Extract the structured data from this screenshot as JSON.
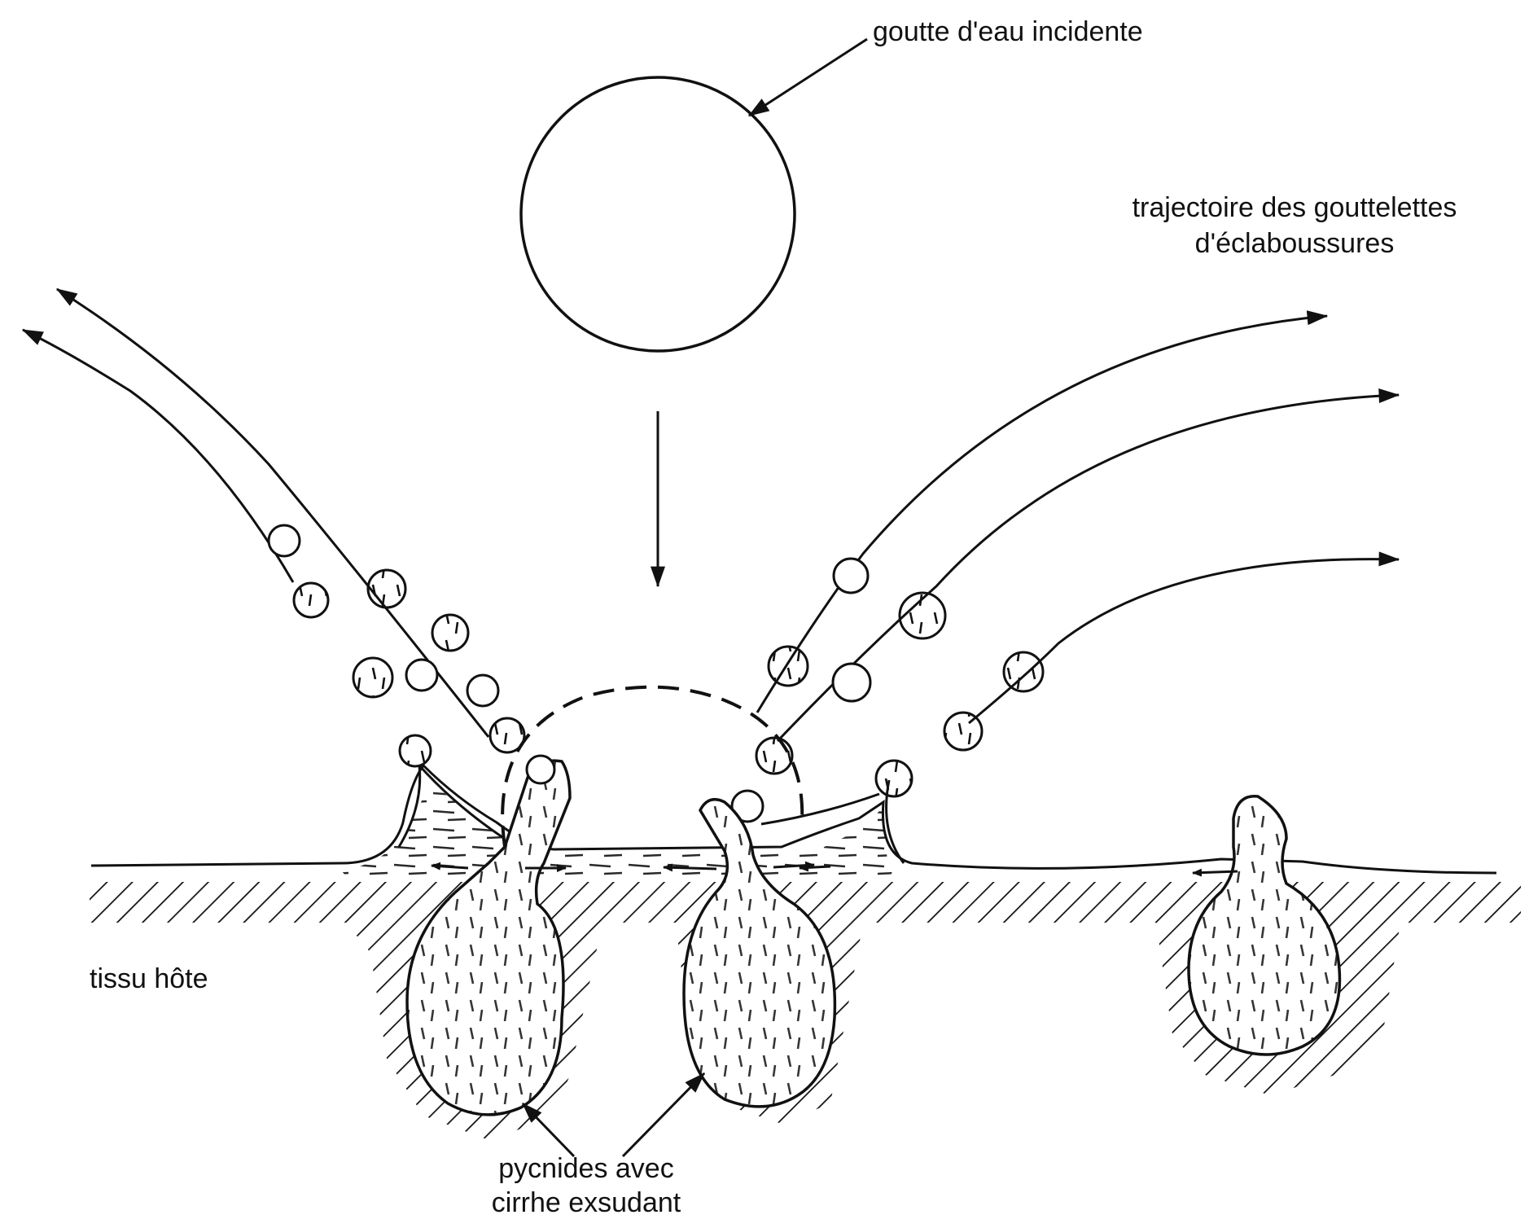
{
  "labels": {
    "incident_drop": "goutte d'eau incidente",
    "trajectory_line1": "trajectoire des gouttelettes",
    "trajectory_line2": "d'éclaboussures",
    "host_tissue": "tissu hôte",
    "pycnidia_line1": "pycnides avec",
    "pycnidia_line2": "cirrhe exsudant"
  },
  "colors": {
    "ink": "#111111",
    "background": "#ffffff"
  }
}
